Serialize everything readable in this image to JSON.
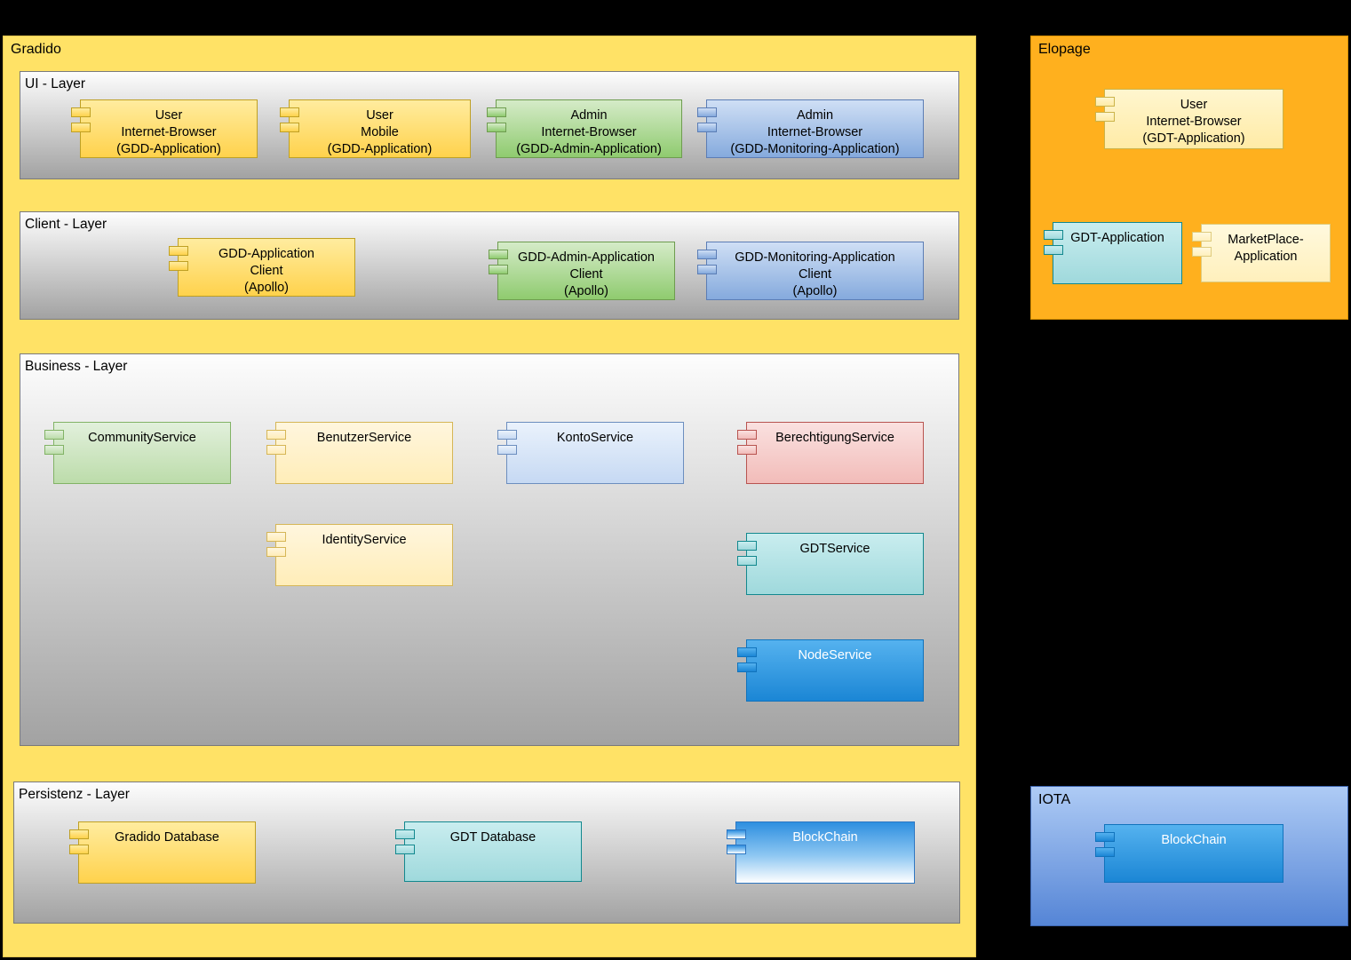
{
  "gradido": {
    "title": "Gradido",
    "layers": {
      "ui": {
        "title": "UI - Layer",
        "components": [
          {
            "label": "User\nInternet-Browser\n(GDD-Application)"
          },
          {
            "label": "User\nMobile\n(GDD-Application)"
          },
          {
            "label": "Admin\nInternet-Browser\n(GDD-Admin-Application)"
          },
          {
            "label": "Admin\nInternet-Browser\n(GDD-Monitoring-Application)"
          }
        ]
      },
      "client": {
        "title": "Client - Layer",
        "components": [
          {
            "label": "GDD-Application\nClient\n(Apollo)"
          },
          {
            "label": "GDD-Admin-Application\nClient\n(Apollo)"
          },
          {
            "label": "GDD-Monitoring-Application\nClient\n(Apollo)"
          }
        ]
      },
      "business": {
        "title": "Business - Layer",
        "components": [
          {
            "label": "CommunityService"
          },
          {
            "label": "BenutzerService"
          },
          {
            "label": "KontoService"
          },
          {
            "label": "BerechtigungService"
          },
          {
            "label": "IdentityService"
          },
          {
            "label": "GDTService"
          },
          {
            "label": "NodeService"
          }
        ]
      },
      "persistenz": {
        "title": "Persistenz - Layer",
        "components": [
          {
            "label": "Gradido Database"
          },
          {
            "label": "GDT Database"
          },
          {
            "label": "BlockChain"
          }
        ]
      }
    }
  },
  "elopage": {
    "title": "Elopage",
    "components": [
      {
        "label": "User\nInternet-Browser\n(GDT-Application)"
      },
      {
        "label": "GDT-Application"
      },
      {
        "label": "MarketPlace-\nApplication"
      }
    ]
  },
  "iota": {
    "title": "IOTA",
    "components": [
      {
        "label": "BlockChain"
      }
    ]
  },
  "palette": {
    "background": "#000000",
    "gradido_fill": "#FFE266",
    "elopage_fill": "#FFB01E",
    "iota_fill_top": "#AECBF5",
    "iota_fill_bottom": "#5585D6",
    "layer_gray_top": "#FDFDFD",
    "layer_gray_bottom": "#A2A2A2",
    "component_yellow": "#FFD24C",
    "component_cream": "#FFF2CC",
    "component_green": "#8FCB6F",
    "component_light_green": "#BCDCAA",
    "component_blue": "#85AADD",
    "component_light_blue": "#DAE8FC",
    "component_pink": "#F8CECC",
    "component_teal": "#B0E3E6",
    "component_azure": "#1B86D5",
    "white_text": "#FFFFFF"
  }
}
